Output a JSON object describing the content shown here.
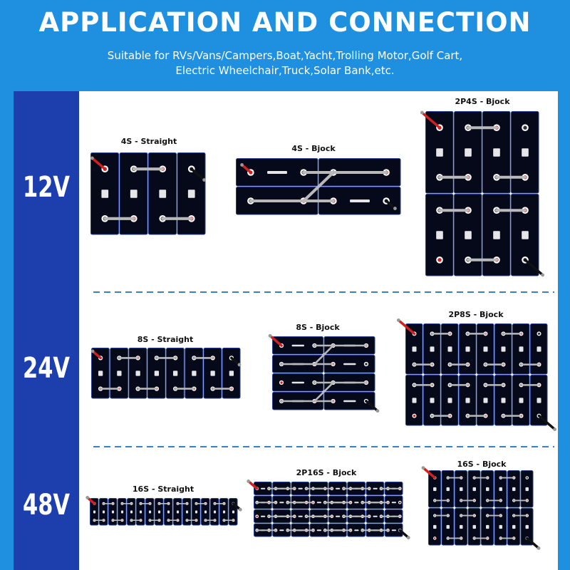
{
  "header": {
    "title": "APPLICATION AND CONNECTION",
    "subtitle_line1": "Suitable for RVs/Vans/Campers,Boat,Yacht,Trolling Motor,Golf Cart,",
    "subtitle_line2": "Electric Wheelchair,Truck,Solar Bank,etc."
  },
  "colors": {
    "background": "#1f8fe0",
    "sidebar": "#1d3fae",
    "panel": "#ffffff",
    "cell": "#05091a",
    "cell_border": "#233d8c",
    "busbar": "#b9b9b9",
    "positive_cable": "#d1201f",
    "negative_cable": "#111111",
    "divider": "#3a7fc9"
  },
  "voltages": [
    {
      "label": "12V"
    },
    {
      "label": "24V"
    },
    {
      "label": "48V"
    }
  ],
  "configs": {
    "c12_straight": {
      "label": "4S - Straight",
      "cells": 4
    },
    "c12_bjock": {
      "label": "4S - Bjock",
      "cells": 4
    },
    "c12_2p4s": {
      "label": "2P4S - Bjock",
      "cells": 8
    },
    "c24_straight": {
      "label": "8S - Straight",
      "cells": 8
    },
    "c24_bjock": {
      "label": "8S - Bjock",
      "cells": 8
    },
    "c24_2p8s": {
      "label": "2P8S - Bjock",
      "cells": 16
    },
    "c48_straight": {
      "label": "16S - Straight",
      "cells": 16
    },
    "c48_2p16s": {
      "label": "2P16S - Bjock",
      "cells": 32
    },
    "c48_bjock": {
      "label": "16S - Bjock",
      "cells": 16
    }
  },
  "icons": {
    "positive_terminal": "plus-icon",
    "negative_terminal": "minus-icon"
  }
}
